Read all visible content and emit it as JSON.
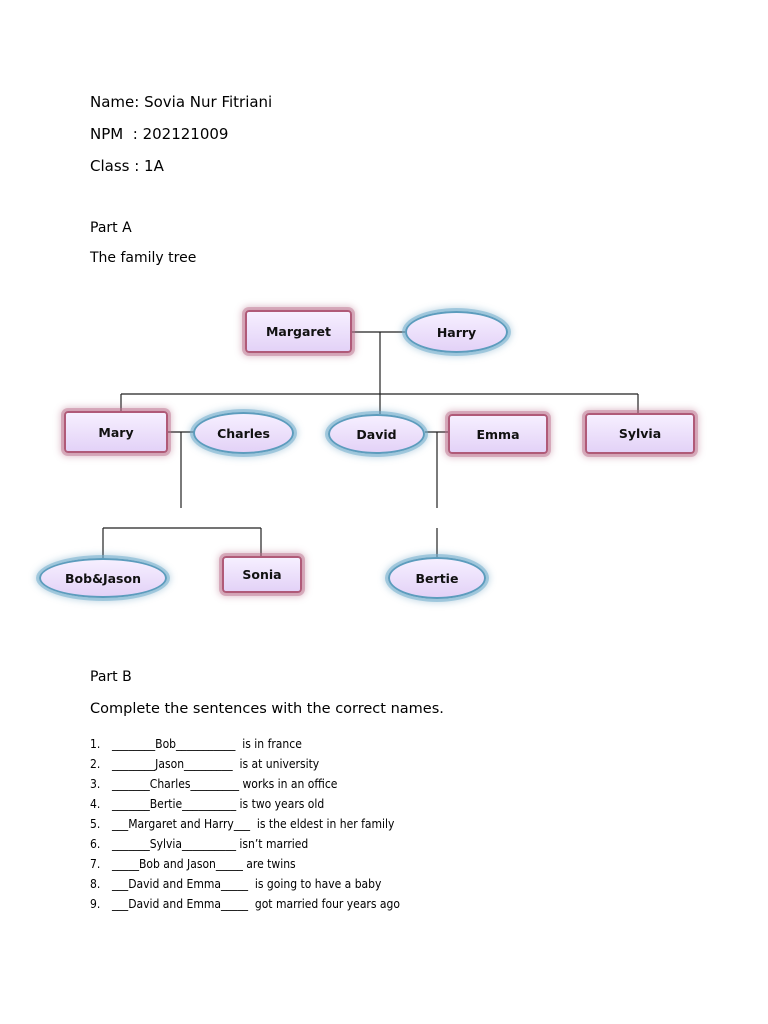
{
  "header": {
    "name_line": "Name: Sovia Nur Fitriani",
    "npm_line": "NPM  : 202121009",
    "class_line": "Class : 1A"
  },
  "part_a": {
    "heading": "Part A",
    "subtitle": "The family tree",
    "members": {
      "margaret": "Margaret",
      "harry": "Harry",
      "mary": "Mary",
      "charles": "Charles",
      "david": "David",
      "emma": "Emma",
      "sylvia": "Sylvia",
      "bob_jason": "Bob&Jason",
      "sonia": "Sonia",
      "bertie": "Bertie"
    }
  },
  "part_b": {
    "heading": "Part B",
    "instruction": "Complete the sentences with the correct names.",
    "items": [
      {
        "num": "1.",
        "text": "________Bob___________  is in france"
      },
      {
        "num": "2.",
        "text": "________Jason_________  is at university"
      },
      {
        "num": "3.",
        "text": "_______Charles_________ works in an office"
      },
      {
        "num": "4.",
        "text": "_______Bertie__________ is two years old"
      },
      {
        "num": "5.",
        "text": "___Margaret and Harry___  is the eldest in her family"
      },
      {
        "num": "6.",
        "text": "_______Sylvia__________ isn’t married"
      },
      {
        "num": "7.",
        "text": "_____Bob and Jason_____ are twins"
      },
      {
        "num": "8.",
        "text": "___David and Emma_____  is going to have a baby"
      },
      {
        "num": "9.",
        "text": "___David and Emma_____  got married four years ago"
      }
    ]
  }
}
